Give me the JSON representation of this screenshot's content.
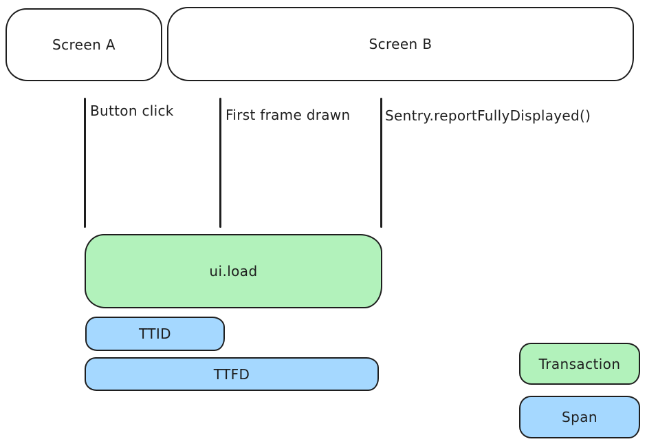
{
  "diagram": {
    "screens": [
      {
        "label": "Screen A"
      },
      {
        "label": "Screen B"
      }
    ],
    "events": [
      {
        "label": "Button click"
      },
      {
        "label": "First frame drawn"
      },
      {
        "label": "Sentry.reportFullyDisplayed()"
      }
    ],
    "bars": [
      {
        "label": "ui.load",
        "kind": "transaction"
      },
      {
        "label": "TTID",
        "kind": "span"
      },
      {
        "label": "TTFD",
        "kind": "span"
      }
    ],
    "legend": [
      {
        "label": "Transaction",
        "color": "#b2f2bb"
      },
      {
        "label": "Span",
        "color": "#a5d8ff"
      }
    ],
    "colors": {
      "stroke": "#1e1e1e",
      "transaction_fill": "#b2f2bb",
      "span_fill": "#a5d8ff",
      "background": "#ffffff"
    }
  }
}
